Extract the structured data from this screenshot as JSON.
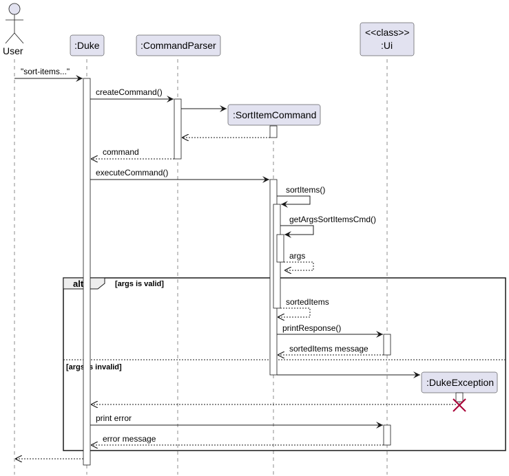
{
  "participants": {
    "user": "User",
    "duke": ":Duke",
    "parser": ":CommandParser",
    "ui_stereotype": "<<class>>",
    "ui": ":Ui",
    "sort_cmd": ":SortItemCommand",
    "exception": ":DukeException"
  },
  "messages": {
    "m1": "\"sort-items...\"",
    "m2": "createCommand()",
    "m3": "command",
    "m4": "executeCommand()",
    "m5": "sortItems()",
    "m6": "getArgsSortItemsCmd()",
    "m7": "args",
    "m8": "sortedItems",
    "m9": "printResponse()",
    "m10": "sortedItems message",
    "m11": "print error",
    "m12": "error message"
  },
  "fragment": {
    "label": "alt",
    "guard_valid": "[args is valid]",
    "guard_invalid": "[args is invalid]"
  },
  "colors": {
    "participant_fill": "#E2E2F0",
    "participant_stroke": "#181818",
    "destroy": "#A80036"
  }
}
